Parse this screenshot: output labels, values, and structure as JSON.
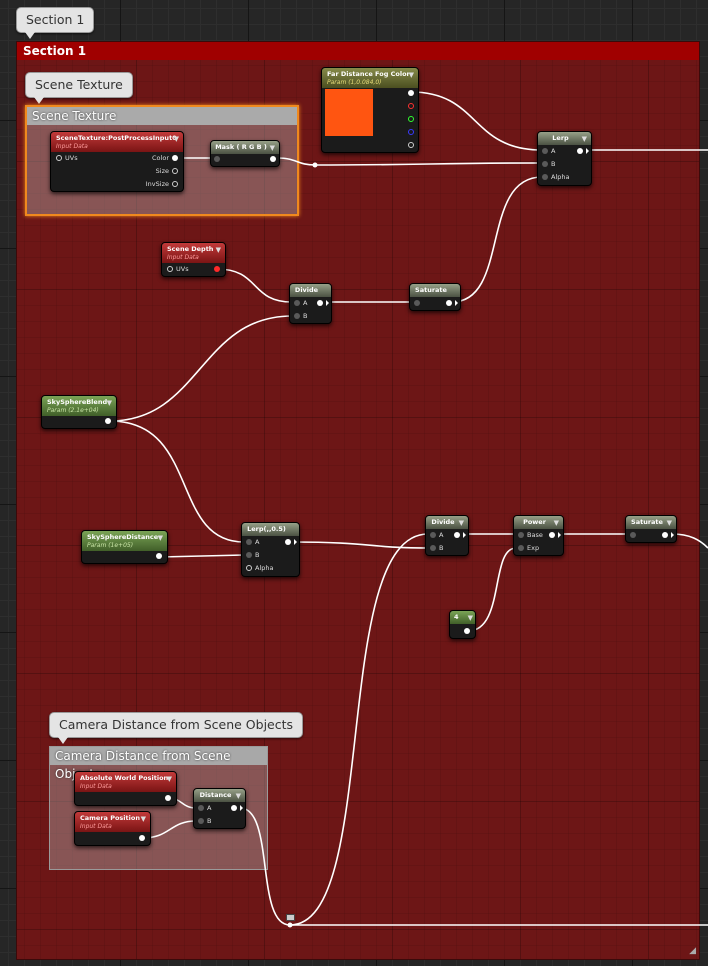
{
  "comment": {
    "section_tab": "Section 1",
    "section_title": "Section 1"
  },
  "groups": {
    "scene_texture": {
      "bubble": "Scene Texture",
      "title": "Scene Texture"
    },
    "camera": {
      "bubble": "Camera Distance from Scene Objects",
      "title": "Camera Distance from Scene Objects"
    }
  },
  "colors": {
    "section_bg": "#6d1616",
    "section_title": "#a00000",
    "selection": "#f0891e",
    "fog_swatch": "#ff5511"
  },
  "icons": {
    "collapse": "▼",
    "resize": "◢"
  },
  "nodes": {
    "scene_texture": {
      "title": "SceneTexture:PostProcessInput0",
      "subtitle": "Input Data",
      "pin_uvs": "UVs",
      "pin_color": "Color",
      "pin_size": "Size",
      "pin_invsize": "InvSize"
    },
    "mask": {
      "title": "Mask ( R G B )"
    },
    "far_fog": {
      "title": "Far Distance Fog Color",
      "subtitle": "Param (1,0.084,0)"
    },
    "lerp_top": {
      "title": "Lerp",
      "pin_a": "A",
      "pin_b": "B",
      "pin_alpha": "Alpha"
    },
    "scene_depth": {
      "title": "Scene Depth",
      "subtitle": "Input Data",
      "pin_uvs": "UVs"
    },
    "divide_top": {
      "title": "Divide",
      "pin_a": "A",
      "pin_b": "B"
    },
    "saturate_top": {
      "title": "Saturate"
    },
    "sky_blend": {
      "title": "SkySphereBlend",
      "subtitle": "Param (2.1e+04)"
    },
    "sky_distance": {
      "title": "SkySphereDistance",
      "subtitle": "Param (1e+05)"
    },
    "lerp_mid": {
      "title": "Lerp(,,0.5)",
      "pin_a": "A",
      "pin_b": "B",
      "pin_alpha": "Alpha"
    },
    "divide_mid": {
      "title": "Divide",
      "pin_a": "A",
      "pin_b": "B"
    },
    "power": {
      "title": "Power",
      "pin_base": "Base",
      "pin_exp": "Exp"
    },
    "saturate_mid": {
      "title": "Saturate"
    },
    "const4": {
      "title": "4"
    },
    "abs_world": {
      "title": "Absolute World Position",
      "subtitle": "Input Data"
    },
    "cam_pos": {
      "title": "Camera Position",
      "subtitle": "Input Data"
    },
    "distance": {
      "title": "Distance",
      "pin_a": "A",
      "pin_b": "B"
    }
  }
}
